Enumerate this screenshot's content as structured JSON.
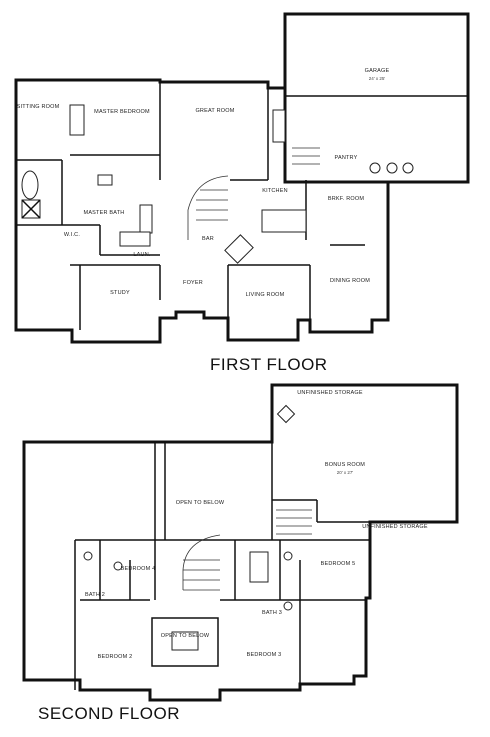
{
  "floors": {
    "first": {
      "title": "FIRST FLOOR",
      "rooms": {
        "garage": "GARAGE",
        "sitting_room": "SITTING ROOM",
        "master_bedroom": "MASTER BEDROOM",
        "great_room": "GREAT ROOM",
        "kitchen": "KITCHEN",
        "brkf_room": "BRKF. ROOM",
        "master_bath": "MASTER BATH",
        "study": "STUDY",
        "foyer": "FOYER",
        "living_room": "LIVING ROOM",
        "dining_room": "DINING ROOM",
        "laundry": "LAUN.",
        "pantry": "PANTRY",
        "wic": "W.I.C.",
        "bar": "BAR"
      }
    },
    "second": {
      "title": "SECOND FLOOR",
      "rooms": {
        "unfinished_storage": "UNFINISHED STORAGE",
        "bonus_room": "BONUS ROOM",
        "open_to_below": "OPEN TO BELOW",
        "bedroom_2": "BEDROOM 2",
        "bedroom_3": "BEDROOM 3",
        "bedroom_4": "BEDROOM 4",
        "bedroom_5": "BEDROOM 5",
        "bath_2": "BATH 2",
        "bath_3": "BATH 3",
        "open_to_below_2": "OPEN TO BELOW",
        "unfinished_storage_2": "UNFINISHED STORAGE"
      }
    }
  }
}
